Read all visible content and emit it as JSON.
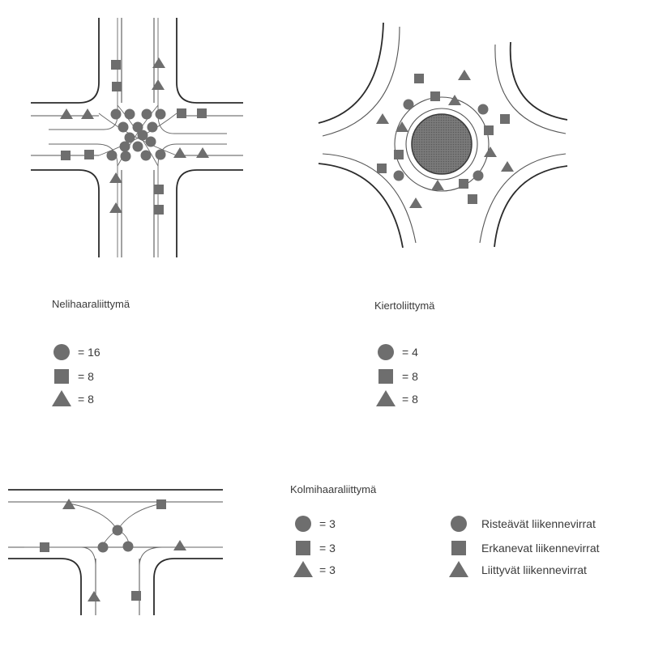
{
  "diagrams": {
    "four_way": {
      "title": "Nelihaaraliittymä",
      "counts": {
        "circle": "= 16",
        "square": "= 8",
        "triangle": "= 8"
      }
    },
    "roundabout": {
      "title": "Kiertoliittymä",
      "counts": {
        "circle": "= 4",
        "square": "= 8",
        "triangle": "= 8"
      }
    },
    "three_way": {
      "title": "Kolmihaaraliittymä",
      "counts": {
        "circle": "= 3",
        "square": "= 3",
        "triangle": "= 3"
      }
    }
  },
  "legend": {
    "circle": "Risteävät liikennevirrat",
    "square": "Erkanevat liikennevirrat",
    "triangle": "Liittyvät liikennevirrat"
  },
  "colors": {
    "marker": "#6e6e6e",
    "line": "#2b2b2b"
  }
}
